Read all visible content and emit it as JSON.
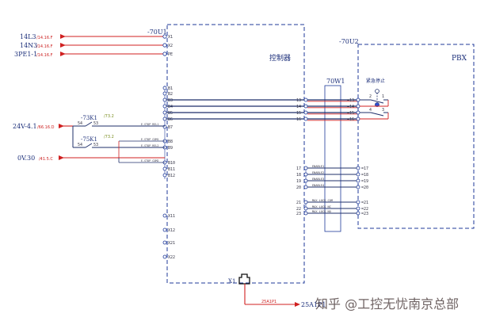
{
  "controller": {
    "name": "-70U1",
    "title": "控制器",
    "top_terminals": [
      "X1",
      "X2",
      "PE"
    ],
    "mid_terminals": [
      "B1",
      "B2",
      "B3",
      "B4",
      "B5",
      "B6",
      "B7",
      "B8",
      "B9",
      "B10",
      "B11",
      "B12"
    ],
    "right_terminals": [
      "13",
      "14",
      "15",
      "16",
      "17",
      "18",
      "19",
      "20",
      "21",
      "22",
      "23"
    ],
    "lower_terminals": [
      "X11",
      "X12",
      "X21",
      "X22"
    ],
    "bottom_port": "X1"
  },
  "pbx": {
    "name": "-70U2",
    "title": "PBX",
    "estop_label": "紧急停止",
    "contacts": [
      "1",
      "2",
      "3",
      "4"
    ],
    "terminals": [
      "=13",
      "=14",
      "=15",
      "=16",
      "=17",
      "=18",
      "=19",
      "=20",
      "=21",
      "=22",
      "=23"
    ]
  },
  "cable": {
    "name": "70W1"
  },
  "power_inputs": [
    {
      "name": "14L3",
      "ref": "/14.16.F"
    },
    {
      "name": "14N3",
      "ref": "/14.16.F"
    },
    {
      "name": "3PE1-1",
      "ref": "/14.16.F"
    }
  ],
  "left_sources": [
    {
      "name": "24V-4.1",
      "ref": "/66.16.D"
    },
    {
      "name": "0V.30",
      "ref": "/41.5.C"
    }
  ],
  "relays": [
    {
      "name": "-73K1",
      "ref": "/73.2",
      "contact_left": "54",
      "contact_right": "53"
    },
    {
      "name": "-75K1",
      "ref": "/73.2",
      "contact_left": "54",
      "contact_right": "53"
    }
  ],
  "signal_labels": [
    "E-STOP REL1",
    "E-STOP COM1",
    "E-STOP REL2",
    "E-STOP COM2"
  ],
  "pbx_signals": [
    "ENABLE1",
    "ENABLE2",
    "ENABLE3",
    "ENABLE4",
    "MAX LOCK COM",
    "MAX LOCK NC",
    "MAX LOCK NO"
  ],
  "output": {
    "name": "25A1P1",
    "wire": "25A1P1"
  },
  "watermark": {
    "text": "知乎 @工控无忧南京总部"
  }
}
